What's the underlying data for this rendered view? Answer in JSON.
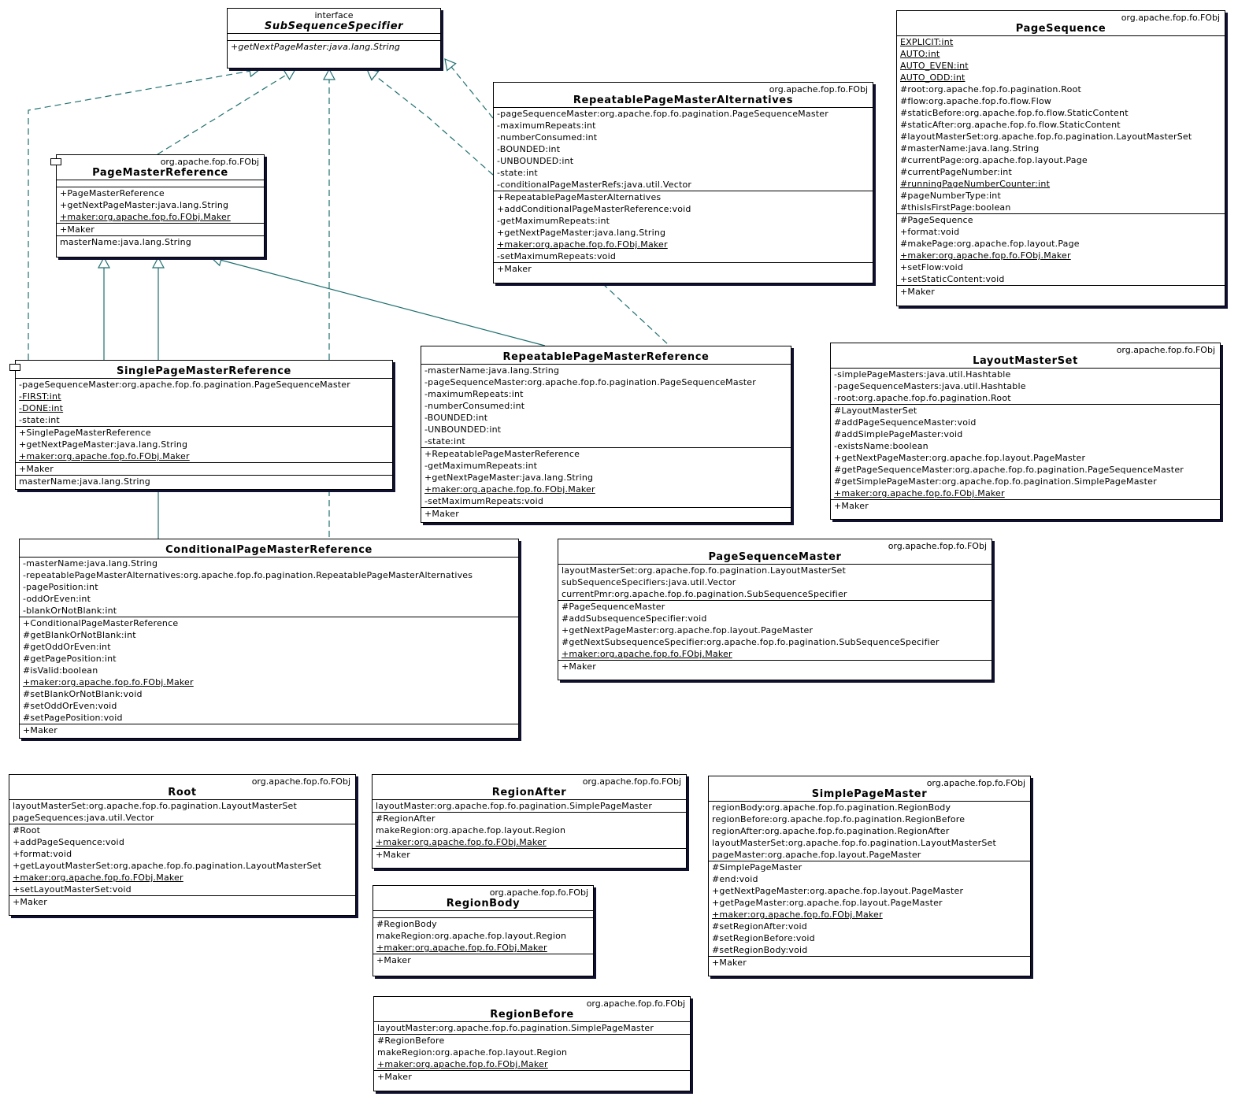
{
  "classes": {
    "subSequenceSpecifier": {
      "stereotype": "interface",
      "name": "SubSequenceSpecifier",
      "attrs": [],
      "ops": [
        {
          "t": "+getNextPageMaster:java.lang.String",
          "u": false,
          "i": true
        }
      ]
    },
    "pageMasterReference": {
      "pkg": "org.apache.fop.fo.FObj",
      "name": "PageMasterReference",
      "attrs": [],
      "ops": [
        {
          "t": "+PageMasterReference",
          "u": false
        },
        {
          "t": "+getNextPageMaster:java.lang.String",
          "u": false
        },
        {
          "t": "+maker:org.apache.fop.fo.FObj.Maker",
          "u": true
        }
      ],
      "inner": [
        "+Maker"
      ],
      "extra": [
        "masterName:java.lang.String"
      ]
    },
    "repeatablePageMasterAlternatives": {
      "pkg": "org.apache.fop.fo.FObj",
      "name": "RepeatablePageMasterAlternatives",
      "attrs": [
        {
          "t": "-pageSequenceMaster:org.apache.fop.fo.pagination.PageSequenceMaster",
          "u": false
        },
        {
          "t": "-maximumRepeats:int",
          "u": false
        },
        {
          "t": "-numberConsumed:int",
          "u": false
        },
        {
          "t": "-BOUNDED:int",
          "u": false
        },
        {
          "t": "-UNBOUNDED:int",
          "u": false
        },
        {
          "t": "-state:int",
          "u": false
        },
        {
          "t": "-conditionalPageMasterRefs:java.util.Vector",
          "u": false
        }
      ],
      "ops": [
        {
          "t": "+RepeatablePageMasterAlternatives",
          "u": false
        },
        {
          "t": "+addConditionalPageMasterReference:void",
          "u": false
        },
        {
          "t": "-getMaximumRepeats:int",
          "u": false
        },
        {
          "t": "+getNextPageMaster:java.lang.String",
          "u": false
        },
        {
          "t": "+maker:org.apache.fop.fo.FObj.Maker",
          "u": true
        },
        {
          "t": "-setMaximumRepeats:void",
          "u": false
        }
      ],
      "inner": [
        "+Maker"
      ]
    },
    "pageSequence": {
      "pkg": "org.apache.fop.fo.FObj",
      "name": "PageSequence",
      "attrs": [
        {
          "t": "EXPLICIT:int",
          "u": true
        },
        {
          "t": "AUTO:int",
          "u": true
        },
        {
          "t": "AUTO_EVEN:int",
          "u": true
        },
        {
          "t": "AUTO_ODD:int",
          "u": true
        },
        {
          "t": "#root:org.apache.fop.fo.pagination.Root",
          "u": false
        },
        {
          "t": "#flow:org.apache.fop.fo.flow.Flow",
          "u": false
        },
        {
          "t": "#staticBefore:org.apache.fop.fo.flow.StaticContent",
          "u": false
        },
        {
          "t": "#staticAfter:org.apache.fop.fo.flow.StaticContent",
          "u": false
        },
        {
          "t": "#layoutMasterSet:org.apache.fop.fo.pagination.LayoutMasterSet",
          "u": false
        },
        {
          "t": "#masterName:java.lang.String",
          "u": false
        },
        {
          "t": "#currentPage:org.apache.fop.layout.Page",
          "u": false
        },
        {
          "t": "#currentPageNumber:int",
          "u": false
        },
        {
          "t": "#runningPageNumberCounter:int",
          "u": true
        },
        {
          "t": "#pageNumberType:int",
          "u": false
        },
        {
          "t": "#thisIsFirstPage:boolean",
          "u": false
        }
      ],
      "ops": [
        {
          "t": "#PageSequence",
          "u": false
        },
        {
          "t": "+format:void",
          "u": false
        },
        {
          "t": "#makePage:org.apache.fop.layout.Page",
          "u": false
        },
        {
          "t": "+maker:org.apache.fop.fo.FObj.Maker",
          "u": true
        },
        {
          "t": "+setFlow:void",
          "u": false
        },
        {
          "t": "+setStaticContent:void",
          "u": false
        }
      ],
      "inner": [
        "+Maker"
      ]
    },
    "singlePageMasterReference": {
      "name": "SinglePageMasterReference",
      "attrs": [
        {
          "t": "-pageSequenceMaster:org.apache.fop.fo.pagination.PageSequenceMaster",
          "u": false
        },
        {
          "t": "-FIRST:int",
          "u": true
        },
        {
          "t": "-DONE:int",
          "u": true
        },
        {
          "t": "-state:int",
          "u": false
        }
      ],
      "ops": [
        {
          "t": "+SinglePageMasterReference",
          "u": false
        },
        {
          "t": "+getNextPageMaster:java.lang.String",
          "u": false
        },
        {
          "t": "+maker:org.apache.fop.fo.FObj.Maker",
          "u": true
        }
      ],
      "inner": [
        "+Maker"
      ],
      "extra": [
        "masterName:java.lang.String"
      ]
    },
    "repeatablePageMasterReference": {
      "name": "RepeatablePageMasterReference",
      "attrs": [
        {
          "t": "-masterName:java.lang.String",
          "u": false
        },
        {
          "t": "-pageSequenceMaster:org.apache.fop.fo.pagination.PageSequenceMaster",
          "u": false
        },
        {
          "t": "-maximumRepeats:int",
          "u": false
        },
        {
          "t": "-numberConsumed:int",
          "u": false
        },
        {
          "t": "-BOUNDED:int",
          "u": false
        },
        {
          "t": "-UNBOUNDED:int",
          "u": false
        },
        {
          "t": "-state:int",
          "u": false
        }
      ],
      "ops": [
        {
          "t": "+RepeatablePageMasterReference",
          "u": false
        },
        {
          "t": "-getMaximumRepeats:int",
          "u": false
        },
        {
          "t": "+getNextPageMaster:java.lang.String",
          "u": false
        },
        {
          "t": "+maker:org.apache.fop.fo.FObj.Maker",
          "u": true
        },
        {
          "t": "-setMaximumRepeats:void",
          "u": false
        }
      ],
      "inner": [
        "+Maker"
      ]
    },
    "layoutMasterSet": {
      "pkg": "org.apache.fop.fo.FObj",
      "name": "LayoutMasterSet",
      "attrs": [
        {
          "t": "-simplePageMasters:java.util.Hashtable",
          "u": false
        },
        {
          "t": "-pageSequenceMasters:java.util.Hashtable",
          "u": false
        },
        {
          "t": "-root:org.apache.fop.fo.pagination.Root",
          "u": false
        }
      ],
      "ops": [
        {
          "t": "#LayoutMasterSet",
          "u": false
        },
        {
          "t": "#addPageSequenceMaster:void",
          "u": false
        },
        {
          "t": "#addSimplePageMaster:void",
          "u": false
        },
        {
          "t": "-existsName:boolean",
          "u": false
        },
        {
          "t": "+getNextPageMaster:org.apache.fop.layout.PageMaster",
          "u": false
        },
        {
          "t": "#getPageSequenceMaster:org.apache.fop.fo.pagination.PageSequenceMaster",
          "u": false
        },
        {
          "t": "#getSimplePageMaster:org.apache.fop.fo.pagination.SimplePageMaster",
          "u": false
        },
        {
          "t": "+maker:org.apache.fop.fo.FObj.Maker",
          "u": true
        }
      ],
      "inner": [
        "+Maker"
      ]
    },
    "conditionalPageMasterReference": {
      "name": "ConditionalPageMasterReference",
      "attrs": [
        {
          "t": "-masterName:java.lang.String",
          "u": false
        },
        {
          "t": "-repeatablePageMasterAlternatives:org.apache.fop.fo.pagination.RepeatablePageMasterAlternatives",
          "u": false
        },
        {
          "t": "-pagePosition:int",
          "u": false
        },
        {
          "t": "-oddOrEven:int",
          "u": false
        },
        {
          "t": "-blankOrNotBlank:int",
          "u": false
        }
      ],
      "ops": [
        {
          "t": "+ConditionalPageMasterReference",
          "u": false
        },
        {
          "t": "#getBlankOrNotBlank:int",
          "u": false
        },
        {
          "t": "#getOddOrEven:int",
          "u": false
        },
        {
          "t": "#getPagePosition:int",
          "u": false
        },
        {
          "t": "#isValid:boolean",
          "u": false
        },
        {
          "t": "+maker:org.apache.fop.fo.FObj.Maker",
          "u": true
        },
        {
          "t": "#setBlankOrNotBlank:void",
          "u": false
        },
        {
          "t": "#setOddOrEven:void",
          "u": false
        },
        {
          "t": "#setPagePosition:void",
          "u": false
        }
      ],
      "inner": [
        "+Maker"
      ]
    },
    "pageSequenceMaster": {
      "pkg": "org.apache.fop.fo.FObj",
      "name": "PageSequenceMaster",
      "attrs": [
        {
          "t": "layoutMasterSet:org.apache.fop.fo.pagination.LayoutMasterSet",
          "u": false
        },
        {
          "t": "subSequenceSpecifiers:java.util.Vector",
          "u": false
        },
        {
          "t": "currentPmr:org.apache.fop.fo.pagination.SubSequenceSpecifier",
          "u": false
        }
      ],
      "ops": [
        {
          "t": "#PageSequenceMaster",
          "u": false
        },
        {
          "t": "#addSubsequenceSpecifier:void",
          "u": false
        },
        {
          "t": "+getNextPageMaster:org.apache.fop.layout.PageMaster",
          "u": false
        },
        {
          "t": "#getNextSubsequenceSpecifier:org.apache.fop.fo.pagination.SubSequenceSpecifier",
          "u": false
        },
        {
          "t": "+maker:org.apache.fop.fo.FObj.Maker",
          "u": true
        }
      ],
      "inner": [
        "+Maker"
      ]
    },
    "root": {
      "pkg": "org.apache.fop.fo.FObj",
      "name": "Root",
      "attrs": [
        {
          "t": "layoutMasterSet:org.apache.fop.fo.pagination.LayoutMasterSet",
          "u": false
        },
        {
          "t": "pageSequences:java.util.Vector",
          "u": false
        }
      ],
      "ops": [
        {
          "t": "#Root",
          "u": false
        },
        {
          "t": "+addPageSequence:void",
          "u": false
        },
        {
          "t": "+format:void",
          "u": false
        },
        {
          "t": "+getLayoutMasterSet:org.apache.fop.fo.pagination.LayoutMasterSet",
          "u": false
        },
        {
          "t": "+maker:org.apache.fop.fo.FObj.Maker",
          "u": true
        },
        {
          "t": "+setLayoutMasterSet:void",
          "u": false
        }
      ],
      "inner": [
        "+Maker"
      ]
    },
    "regionAfter": {
      "pkg": "org.apache.fop.fo.FObj",
      "name": "RegionAfter",
      "attrs": [
        {
          "t": "layoutMaster:org.apache.fop.fo.pagination.SimplePageMaster",
          "u": false
        }
      ],
      "ops": [
        {
          "t": "#RegionAfter",
          "u": false
        },
        {
          "t": "makeRegion:org.apache.fop.layout.Region",
          "u": false
        },
        {
          "t": "+maker:org.apache.fop.fo.FObj.Maker",
          "u": true
        }
      ],
      "inner": [
        "+Maker"
      ]
    },
    "regionBody": {
      "pkg": "org.apache.fop.fo.FObj",
      "name": "RegionBody",
      "attrs": [],
      "ops": [
        {
          "t": "#RegionBody",
          "u": false
        },
        {
          "t": "makeRegion:org.apache.fop.layout.Region",
          "u": false
        },
        {
          "t": "+maker:org.apache.fop.fo.FObj.Maker",
          "u": true
        }
      ],
      "inner": [
        "+Maker"
      ]
    },
    "simplePageMaster": {
      "pkg": "org.apache.fop.fo.FObj",
      "name": "SimplePageMaster",
      "attrs": [
        {
          "t": "regionBody:org.apache.fop.fo.pagination.RegionBody",
          "u": false
        },
        {
          "t": "regionBefore:org.apache.fop.fo.pagination.RegionBefore",
          "u": false
        },
        {
          "t": "regionAfter:org.apache.fop.fo.pagination.RegionAfter",
          "u": false
        },
        {
          "t": "layoutMasterSet:org.apache.fop.fo.pagination.LayoutMasterSet",
          "u": false
        },
        {
          "t": "pageMaster:org.apache.fop.layout.PageMaster",
          "u": false
        }
      ],
      "ops": [
        {
          "t": "#SimplePageMaster",
          "u": false
        },
        {
          "t": "#end:void",
          "u": false
        },
        {
          "t": "+getNextPageMaster:org.apache.fop.layout.PageMaster",
          "u": false
        },
        {
          "t": "+getPageMaster:org.apache.fop.layout.PageMaster",
          "u": false
        },
        {
          "t": "+maker:org.apache.fop.fo.FObj.Maker",
          "u": true
        },
        {
          "t": "#setRegionAfter:void",
          "u": false
        },
        {
          "t": "#setRegionBefore:void",
          "u": false
        },
        {
          "t": "#setRegionBody:void",
          "u": false
        }
      ],
      "inner": [
        "+Maker"
      ]
    },
    "regionBefore": {
      "pkg": "org.apache.fop.fo.FObj",
      "name": "RegionBefore",
      "attrs": [
        {
          "t": "layoutMaster:org.apache.fop.fo.pagination.SimplePageMaster",
          "u": false
        }
      ],
      "ops": [
        {
          "t": "#RegionBefore",
          "u": false
        },
        {
          "t": "makeRegion:org.apache.fop.layout.Region",
          "u": false
        },
        {
          "t": "+maker:org.apache.fop.fo.FObj.Maker",
          "u": true
        }
      ],
      "inner": [
        "+Maker"
      ]
    }
  },
  "colors": {
    "edge": "#1f6f6f",
    "shadow": "#101030"
  }
}
